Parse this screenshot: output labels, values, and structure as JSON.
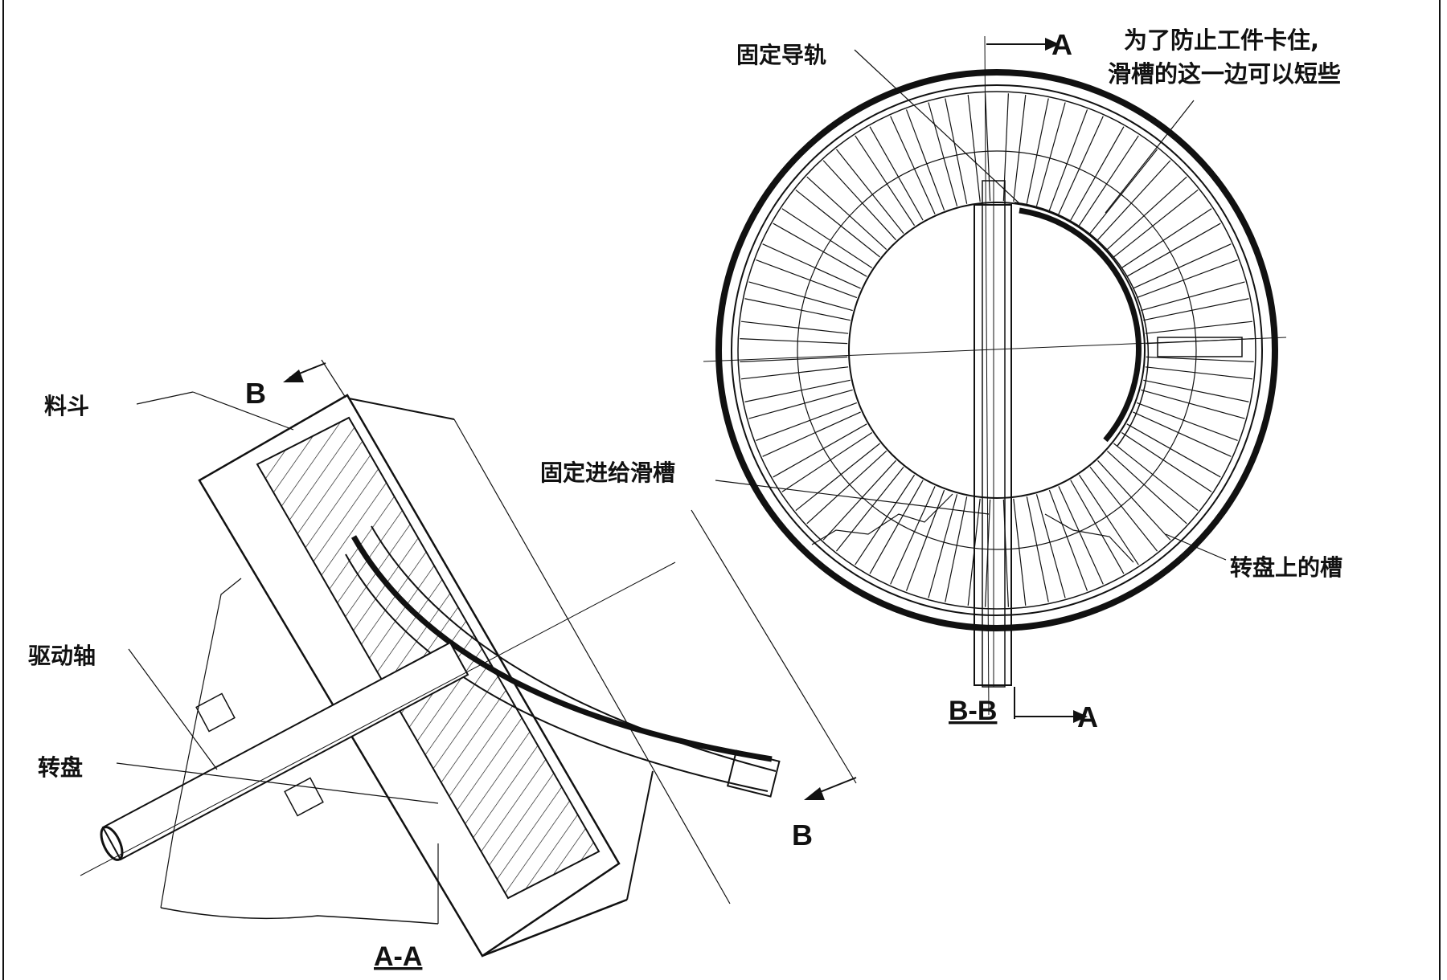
{
  "labels": {
    "fixed_guide_rail": "固定导轨",
    "note_line1": "为了防止工件卡住,",
    "note_line2": "滑槽的这一边可以短些",
    "fixed_feed_chute": "固定进给滑槽",
    "turntable_slot": "转盘上的槽",
    "hopper": "料斗",
    "drive_shaft": "驱动轴",
    "turntable": "转盘"
  },
  "section_marks": {
    "a_top": "A",
    "a_bottom": "A",
    "b_top": "B",
    "b_bottom": "B",
    "view_bb": "B-B",
    "view_aa": "A-A"
  }
}
